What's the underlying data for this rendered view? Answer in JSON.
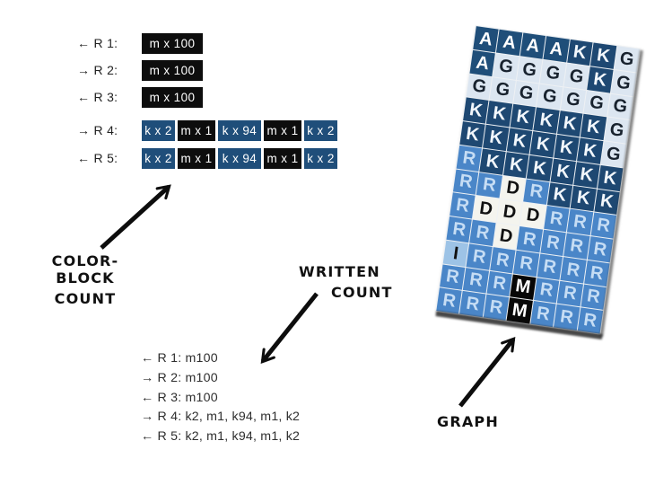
{
  "colors": {
    "block_k": "#1f4e7a",
    "block_m": "#0d0d0d",
    "block_text": "#ffffff",
    "arrow": "#0d0d0d"
  },
  "color_block_count": {
    "label": [
      "COLOR-BLOCK",
      "COUNT"
    ],
    "rows": [
      {
        "label": "← R 1:",
        "blocks": [
          {
            "text": "m x 100",
            "type": "m"
          }
        ]
      },
      {
        "label": "→ R 2:",
        "blocks": [
          {
            "text": "m x 100",
            "type": "m"
          }
        ]
      },
      {
        "label": "← R 3:",
        "blocks": [
          {
            "text": "m x 100",
            "type": "m"
          }
        ]
      },
      {
        "label": "→ R 4:",
        "blocks": [
          {
            "text": "k x 2",
            "type": "k"
          },
          {
            "text": "m x 1",
            "type": "m"
          },
          {
            "text": "k x 94",
            "type": "k"
          },
          {
            "text": "m x 1",
            "type": "m"
          },
          {
            "text": "k x 2",
            "type": "k"
          }
        ]
      },
      {
        "label": "← R 5:",
        "blocks": [
          {
            "text": "k x 2",
            "type": "k"
          },
          {
            "text": "m x 1",
            "type": "m"
          },
          {
            "text": "k x 94",
            "type": "k"
          },
          {
            "text": "m x 1",
            "type": "m"
          },
          {
            "text": "k x 2",
            "type": "k"
          }
        ]
      }
    ]
  },
  "written_count": {
    "label": [
      "WRITTEN",
      "COUNT"
    ],
    "lines": [
      "← R 1: m100",
      "→ R 2: m100",
      "← R 3: m100",
      "→ R 4: k2, m1, k94, m1, k2",
      "← R 5: k2, m1, k94, m1, k2"
    ]
  },
  "graph": {
    "label": "GRAPH",
    "columns": 7,
    "rows": [
      "AAAAKKG",
      "AGGGGKG",
      "GGGGGGG",
      "KKKKKKG",
      "KKKKKKG",
      "RKKKKKK",
      "RRDRKKK",
      "RDDDRRR",
      "RRDRRRR",
      "IRRRRRR",
      "RRRMRRR",
      "RRRMRRR"
    ],
    "cell_styles": {
      "A": {
        "bg": "#1f4e79",
        "fg": "#ffffff"
      },
      "K": {
        "bg": "#1e4872",
        "fg": "#f2f7fc"
      },
      "G": {
        "bg": "#dce6f1",
        "fg": "#18222e"
      },
      "R": {
        "bg": "#4a86c8",
        "fg": "#c6ddf4"
      },
      "D": {
        "bg": "#f4f4ee",
        "fg": "#111111"
      },
      "M": {
        "bg": "#070707",
        "fg": "#ffffff"
      },
      "I": {
        "bg": "#9dc3e6",
        "fg": "#111111"
      }
    }
  }
}
